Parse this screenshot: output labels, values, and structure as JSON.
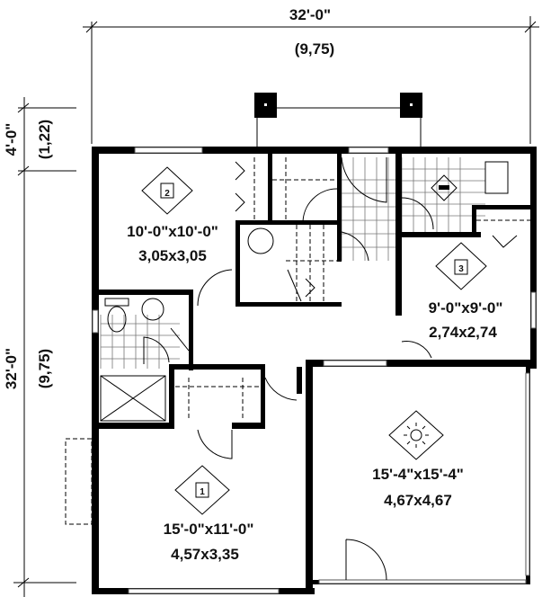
{
  "dimensions": {
    "overall_width_imperial": "32'-0\"",
    "overall_width_metric": "(9,75)",
    "porch_depth_imperial": "4'-0\"",
    "porch_depth_metric": "(1,22)",
    "overall_depth_imperial": "32'-0\"",
    "overall_depth_metric": "(9,75)"
  },
  "rooms": [
    {
      "id": "bedroom-2",
      "number": "2",
      "icon": "bed-icon",
      "imperial": "10'-0\"x10'-0\"",
      "metric": "3,05x3,05"
    },
    {
      "id": "bedroom-3",
      "number": "3",
      "icon": "bed-icon",
      "imperial": "9'-0\"x9'-0\"",
      "metric": "2,74x2,74"
    },
    {
      "id": "bedroom-1",
      "number": "1",
      "icon": "bed-icon",
      "imperial": "15'-0\"x11'-0\"",
      "metric": "4,57x3,35"
    },
    {
      "id": "sunroom",
      "icon": "sun-icon",
      "imperial": "15'-4\"x15'-4\"",
      "metric": "4,67x4,67"
    },
    {
      "id": "laundry",
      "icon": "washer-icon"
    }
  ]
}
